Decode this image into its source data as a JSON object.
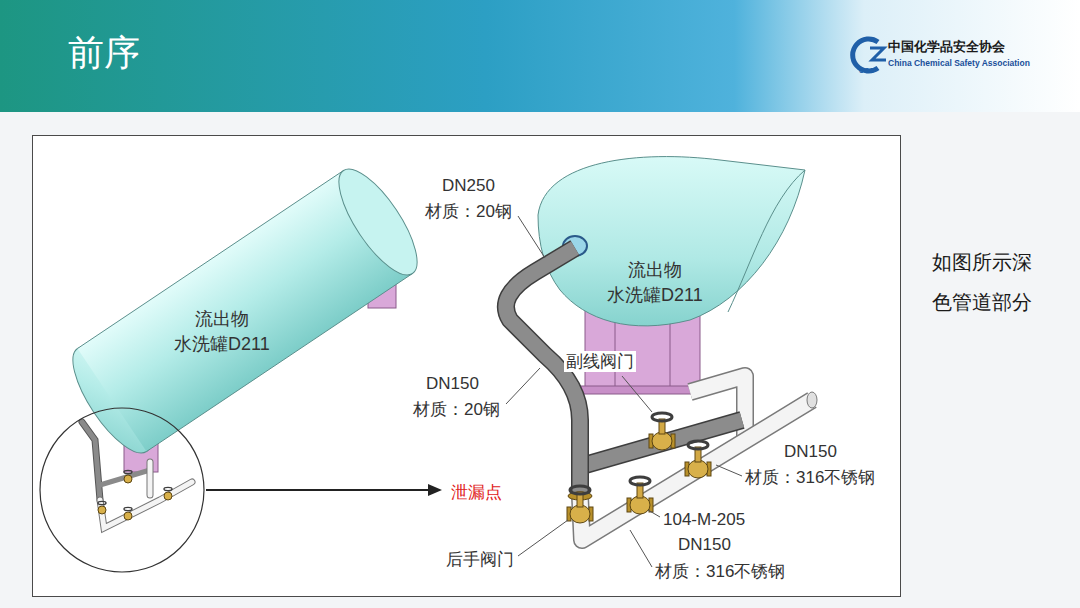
{
  "diagram": {
    "title": "前序",
    "nodes": [
      {
        "text": [
          "流出物 水洗罐D211"
        ]
      },
      {
        "text": [
          "流出物 水洗罐D211"
        ]
      }
    ],
    "labels": [
      "CSA",
      "中国化学品安全协会",
      "China Chemical Safety Association",
      "DN250",
      "材质：20钢",
      "DN150",
      "材质：20钢",
      "副线阀门",
      "泄漏点",
      "DN150",
      "材质：316不锈钢",
      "后手阀门",
      "104-M-205",
      "DN150",
      "材质：316不锈钢",
      "如图所示深色管道部分"
    ]
  }
}
